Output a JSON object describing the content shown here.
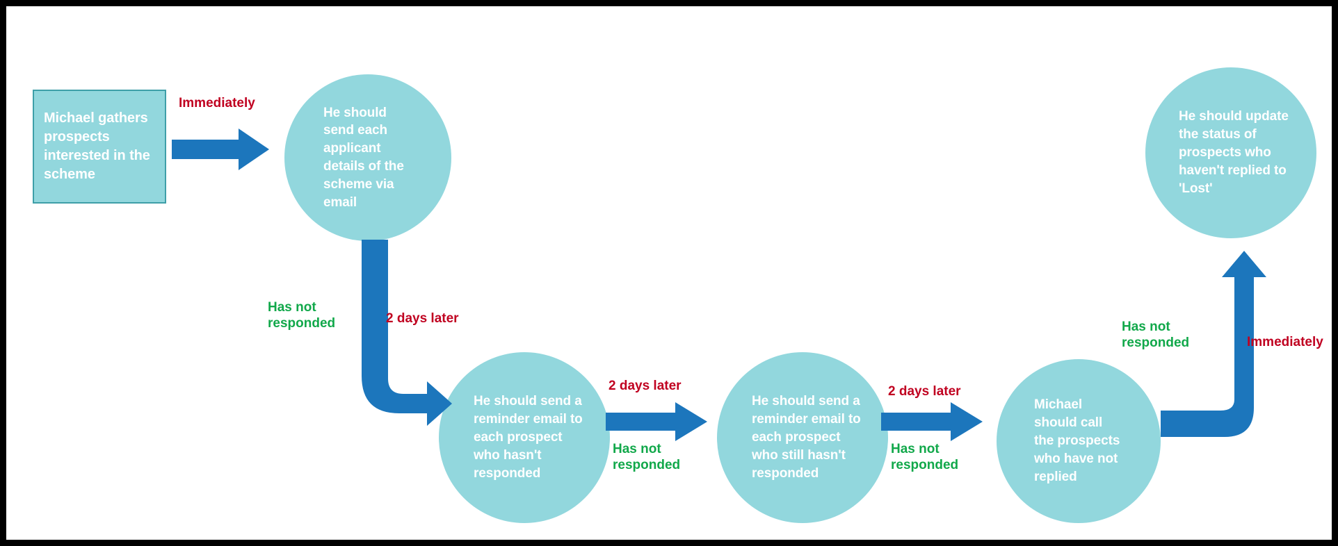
{
  "diagram": {
    "title": "Prospect follow-up process flowchart",
    "background": "#ffffff",
    "frame_color": "#000000",
    "colors": {
      "node_fill": "#92D7DD",
      "node_border": "#3E9FA8",
      "arrow": "#1C76BC",
      "label_time": "#C00020",
      "label_condition": "#11A84A",
      "node_text": "#ffffff"
    }
  },
  "nodes": [
    {
      "id": "start",
      "shape": "rectangle",
      "text": "Michael gathers prospects interested in the scheme"
    },
    {
      "id": "step1",
      "shape": "circle",
      "text": "He should send each applicant details of the scheme via email"
    },
    {
      "id": "step2",
      "shape": "circle",
      "text": "He should send a reminder email to each prospect who hasn't responded"
    },
    {
      "id": "step3",
      "shape": "circle",
      "text": "He should send a reminder email to each prospect who still hasn't responded"
    },
    {
      "id": "step4",
      "shape": "circle",
      "text": "Michael should call the prospects who have not replied"
    },
    {
      "id": "step5",
      "shape": "circle",
      "text": "He should update the status of prospects who haven't replied to 'Lost'"
    }
  ],
  "edges": [
    {
      "id": "edge-start-step1",
      "from": "start",
      "to": "step1",
      "kind": "straight-right",
      "time_label": "Immediately",
      "condition_label": ""
    },
    {
      "id": "edge-step1-step2",
      "from": "step1",
      "to": "step2",
      "kind": "elbow-down-right",
      "time_label": "2 days later",
      "condition_label": "Has not responded"
    },
    {
      "id": "edge-step2-step3",
      "from": "step2",
      "to": "step3",
      "kind": "straight-right",
      "time_label": "2 days later",
      "condition_label": "Has not responded"
    },
    {
      "id": "edge-step3-step4",
      "from": "step3",
      "to": "step4",
      "kind": "straight-right",
      "time_label": "2 days later",
      "condition_label": "Has not responded"
    },
    {
      "id": "edge-step4-step5",
      "from": "step4",
      "to": "step5",
      "kind": "elbow-right-up",
      "time_label": "Immediately",
      "condition_label": "Has not responded"
    }
  ]
}
